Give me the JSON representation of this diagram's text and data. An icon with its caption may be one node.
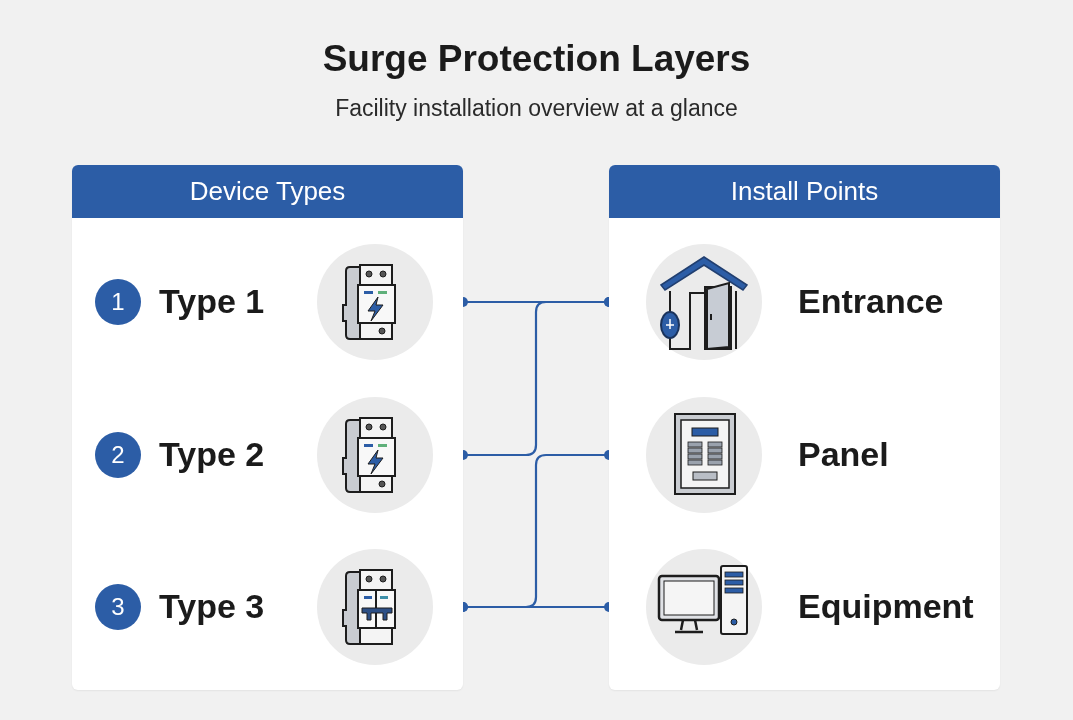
{
  "diagram": {
    "title": "Surge Protection Layers",
    "caption": "Facility installation overview at a glance",
    "nodes": [
      {
        "text": [
          "Device Types"
        ]
      },
      {
        "text": [
          "Install Points"
        ]
      },
      {
        "text": [
          "1",
          "Type 1"
        ],
        "in": 0
      },
      {
        "text": [
          "2",
          "Type 2"
        ],
        "in": 0
      },
      {
        "text": [
          "3",
          "Type 3"
        ],
        "in": 0
      },
      {
        "text": [
          "Entrance"
        ],
        "in": 1
      },
      {
        "text": [
          "Panel"
        ],
        "in": 1
      },
      {
        "text": [
          "Equipment"
        ],
        "in": 1
      }
    ],
    "edges": [
      {
        "from": 2,
        "to": 5,
        "arrow": "other"
      },
      {
        "from": 3,
        "to": 5,
        "arrow": "other"
      },
      {
        "from": 4,
        "to": 7,
        "arrow": "other"
      },
      {
        "from": 4,
        "to": 6,
        "arrow": "other"
      }
    ]
  }
}
